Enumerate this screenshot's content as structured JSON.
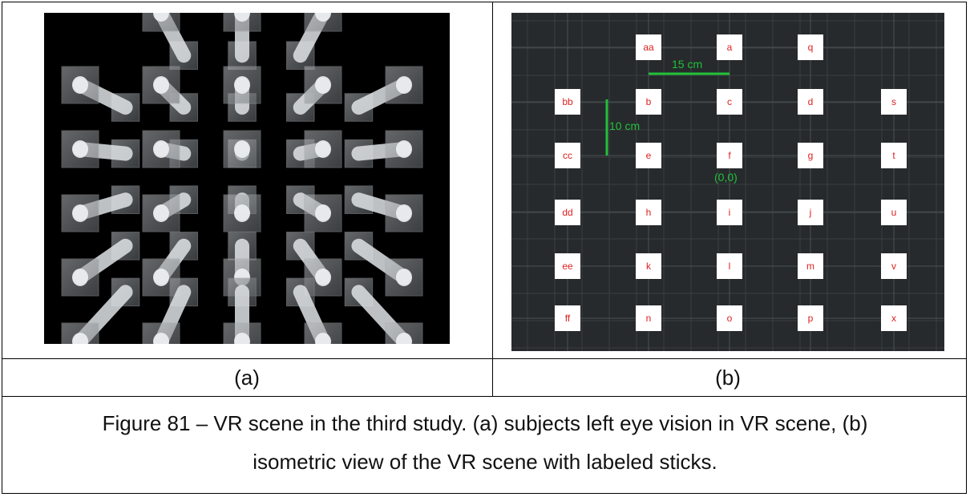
{
  "figure": {
    "sublabel_a": "(a)",
    "sublabel_b": "(b)",
    "caption_line1": "Figure 81 – VR scene in the third study. (a) subjects left eye vision in VR scene, (b)",
    "caption_line2": "isometric view of the VR scene with labeled sticks."
  },
  "panel_b": {
    "sticks": [
      {
        "id": "aa",
        "label": "aa"
      },
      {
        "id": "a",
        "label": "a"
      },
      {
        "id": "q",
        "label": "q"
      },
      {
        "id": "bb",
        "label": "bb"
      },
      {
        "id": "b",
        "label": "b"
      },
      {
        "id": "c",
        "label": "c"
      },
      {
        "id": "d",
        "label": "d"
      },
      {
        "id": "s",
        "label": "s"
      },
      {
        "id": "cc",
        "label": "cc"
      },
      {
        "id": "e",
        "label": "e"
      },
      {
        "id": "f",
        "label": "f"
      },
      {
        "id": "g",
        "label": "g"
      },
      {
        "id": "t",
        "label": "t"
      },
      {
        "id": "dd",
        "label": "dd"
      },
      {
        "id": "h",
        "label": "h"
      },
      {
        "id": "i",
        "label": "i"
      },
      {
        "id": "j",
        "label": "j"
      },
      {
        "id": "u",
        "label": "u"
      },
      {
        "id": "ee",
        "label": "ee"
      },
      {
        "id": "k",
        "label": "k"
      },
      {
        "id": "l",
        "label": "l"
      },
      {
        "id": "m",
        "label": "m"
      },
      {
        "id": "v",
        "label": "v"
      },
      {
        "id": "ff",
        "label": "ff"
      },
      {
        "id": "n",
        "label": "n"
      },
      {
        "id": "o",
        "label": "o"
      },
      {
        "id": "p",
        "label": "p"
      },
      {
        "id": "x",
        "label": "x"
      }
    ],
    "h_scale_label": "15 cm",
    "v_scale_label": "10 cm",
    "origin_label": "(0,0)",
    "label_color": "#e02020",
    "scale_color": "#22c03a"
  }
}
